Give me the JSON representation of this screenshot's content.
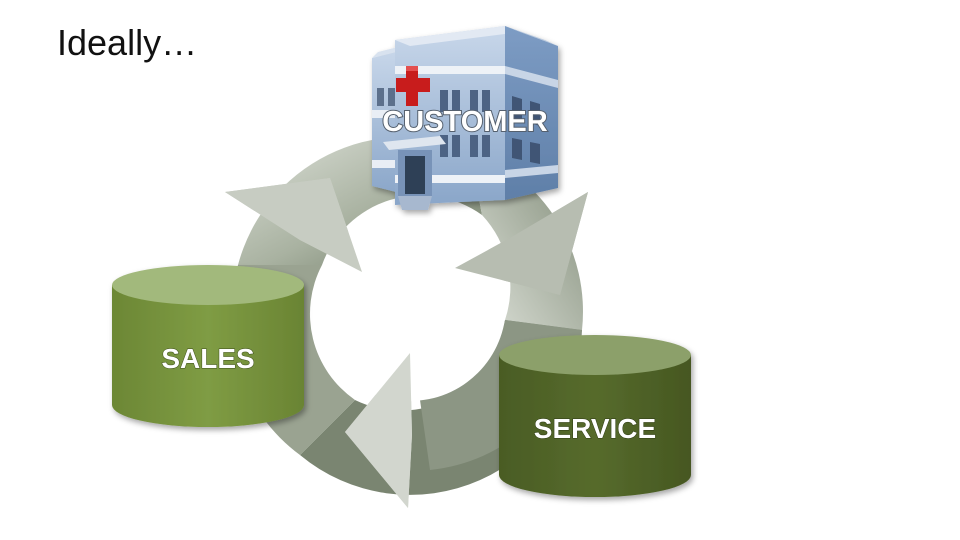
{
  "slide": {
    "title": "Ideally…"
  },
  "nodes": {
    "customer": {
      "label": "CUSTOMER",
      "icon": "hospital-building-icon"
    },
    "sales": {
      "label": "SALES"
    },
    "service": {
      "label": "SERVICE"
    }
  },
  "colors": {
    "cycle_dark": "#6b7762",
    "cycle_light": "#c9cfc4",
    "sales_body": "#77933c",
    "sales_top": "#a2b97c",
    "service_body": "#4f6228",
    "service_top": "#8ca06a",
    "building_blue": "#9db8d8",
    "cross_red": "#cc1a1a"
  }
}
